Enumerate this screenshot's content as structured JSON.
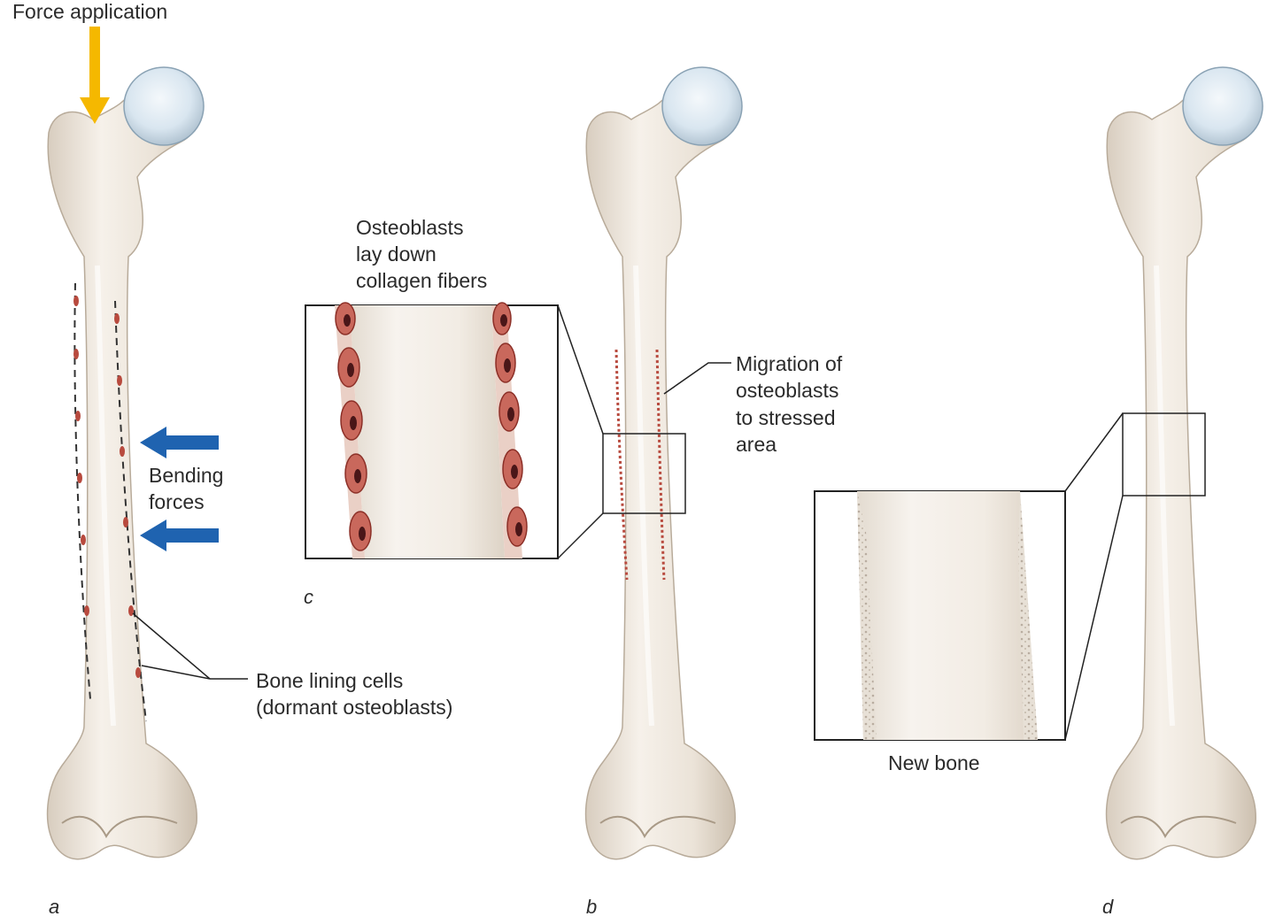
{
  "labels": {
    "force_application": "Force application",
    "bending_forces_line1": "Bending",
    "bending_forces_line2": "forces",
    "bone_lining_line1": "Bone lining cells",
    "bone_lining_line2": "(dormant osteoblasts)",
    "osteoblasts_line1": "Osteoblasts",
    "osteoblasts_line2": "lay down",
    "osteoblasts_line3": "collagen fibers",
    "migration_line1": "Migration of",
    "migration_line2": "osteoblasts",
    "migration_line3": "to stressed",
    "migration_line4": "area",
    "new_bone": "New bone"
  },
  "panel_letters": {
    "a": "a",
    "b": "b",
    "c": "c",
    "d": "d"
  },
  "colors": {
    "bone": "#efe8df",
    "bone_shadow": "#cfc4b6",
    "cartilage": "#cfe0ee",
    "force_arrow": "#f5b800",
    "bending_arrow": "#1f63b0",
    "cells": "#b84a3e",
    "cell_nucleus": "#4a1618",
    "outline": "#222222"
  }
}
